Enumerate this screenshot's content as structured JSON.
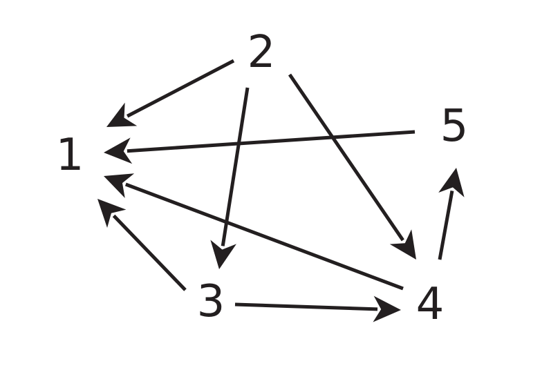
{
  "diagram": {
    "nodes": [
      {
        "id": "1",
        "label": "1"
      },
      {
        "id": "2",
        "label": "2"
      },
      {
        "id": "3",
        "label": "3"
      },
      {
        "id": "4",
        "label": "4"
      },
      {
        "id": "5",
        "label": "5"
      }
    ],
    "edges": [
      {
        "from": "2",
        "to": "1"
      },
      {
        "from": "5",
        "to": "1"
      },
      {
        "from": "4",
        "to": "1"
      },
      {
        "from": "3",
        "to": "1"
      },
      {
        "from": "2",
        "to": "3"
      },
      {
        "from": "2",
        "to": "4"
      },
      {
        "from": "3",
        "to": "4"
      },
      {
        "from": "4",
        "to": "5"
      }
    ],
    "colors": {
      "ink": "#231f20",
      "background": "#ffffff"
    }
  }
}
